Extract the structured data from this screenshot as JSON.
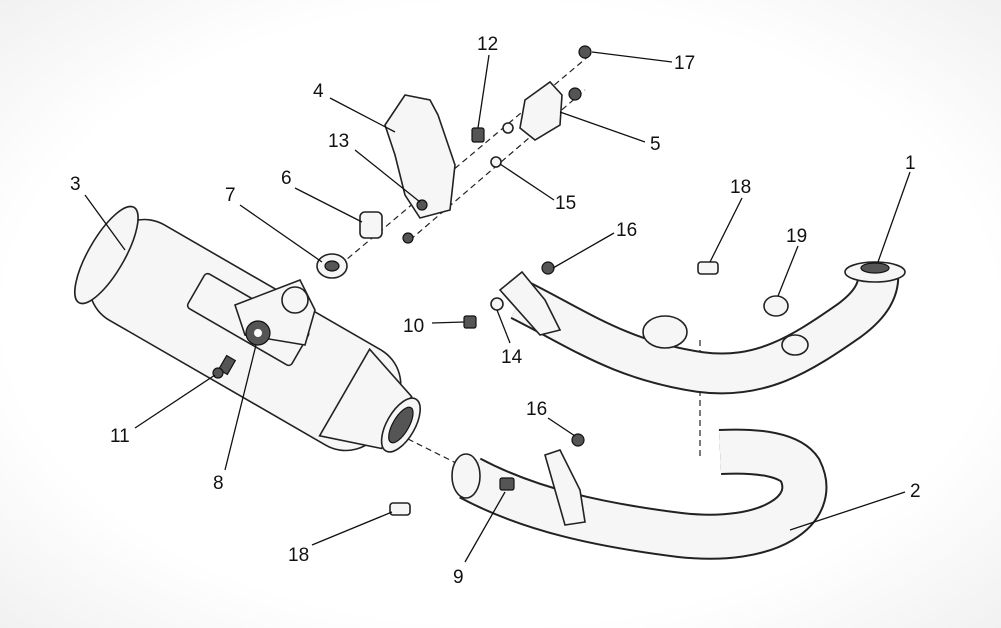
{
  "diagram": {
    "type": "exploded-parts-diagram",
    "callouts": [
      {
        "id": "c1",
        "number": "1"
      },
      {
        "id": "c2",
        "number": "2"
      },
      {
        "id": "c3",
        "number": "3"
      },
      {
        "id": "c4",
        "number": "4"
      },
      {
        "id": "c5",
        "number": "5"
      },
      {
        "id": "c6",
        "number": "6"
      },
      {
        "id": "c7",
        "number": "7"
      },
      {
        "id": "c8",
        "number": "8"
      },
      {
        "id": "c9",
        "number": "9"
      },
      {
        "id": "c10",
        "number": "10"
      },
      {
        "id": "c11",
        "number": "11"
      },
      {
        "id": "c12",
        "number": "12"
      },
      {
        "id": "c13",
        "number": "13"
      },
      {
        "id": "c14",
        "number": "14"
      },
      {
        "id": "c15",
        "number": "15"
      },
      {
        "id": "c16a",
        "number": "16"
      },
      {
        "id": "c16b",
        "number": "16"
      },
      {
        "id": "c17",
        "number": "17"
      },
      {
        "id": "c18a",
        "number": "18"
      },
      {
        "id": "c18b",
        "number": "18"
      },
      {
        "id": "c19",
        "number": "19"
      }
    ]
  }
}
